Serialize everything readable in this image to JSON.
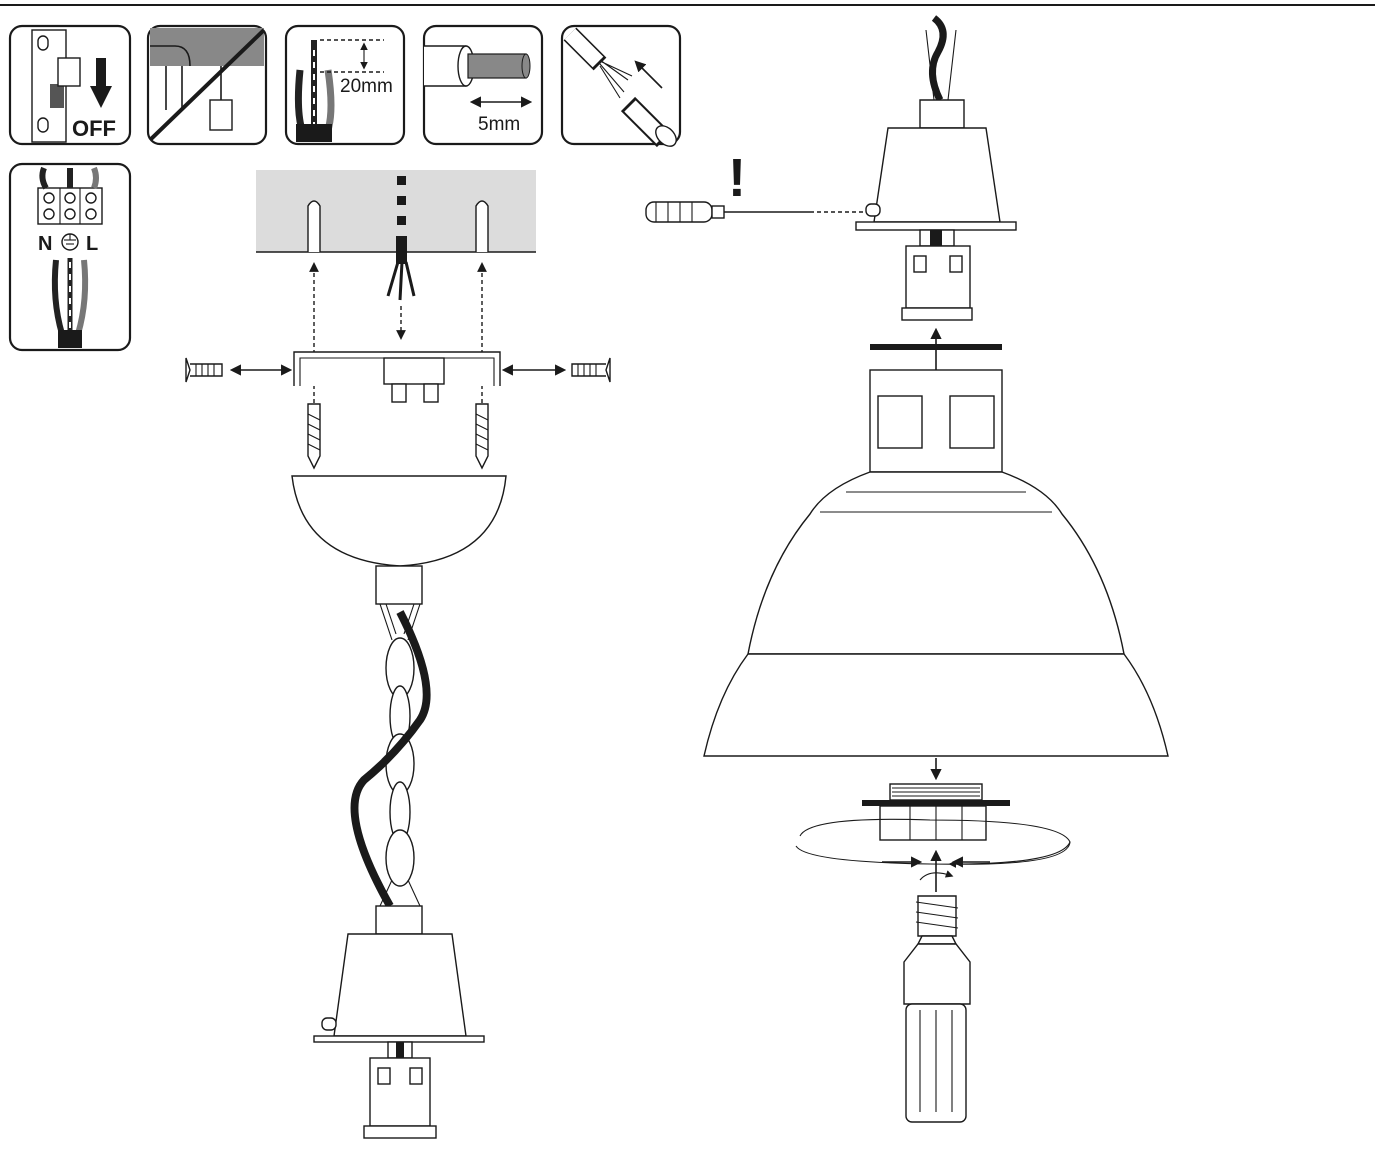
{
  "labels": {
    "off": "OFF",
    "strip_length": "20mm",
    "bare_length": "5mm",
    "neutral": "N",
    "live": "L",
    "warning": "!"
  },
  "colors": {
    "line": "#1a1a1a",
    "ceiling_fill": "#dcdcdc",
    "cable_dark": "#222222",
    "wire_grey": "#777777"
  }
}
